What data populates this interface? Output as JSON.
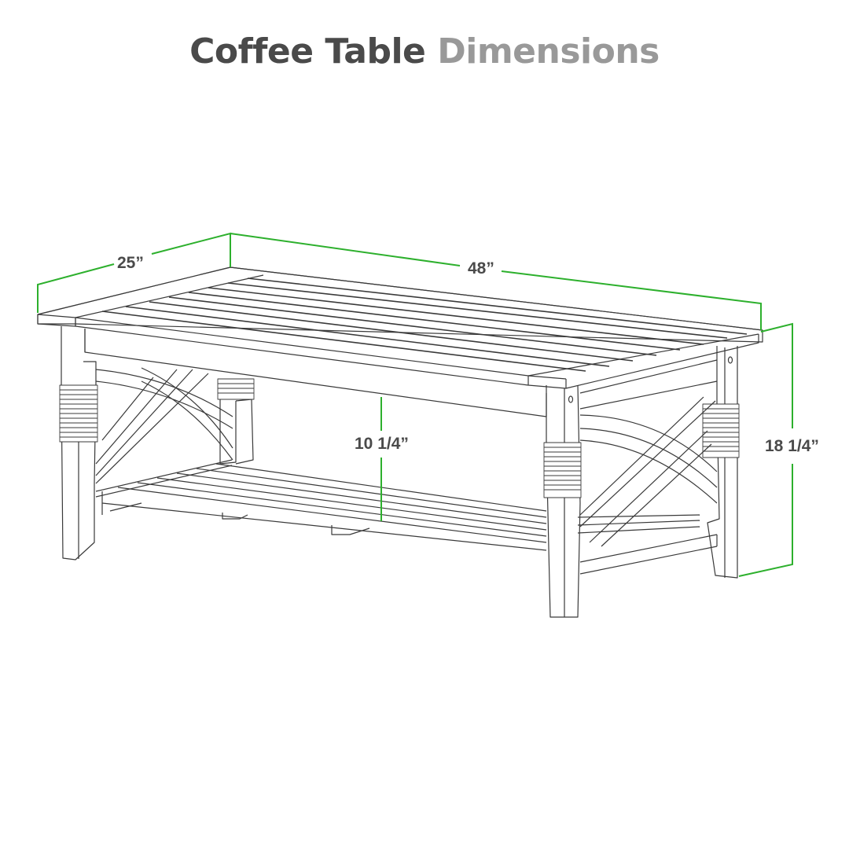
{
  "title": {
    "part1": "Coffee Table",
    "part2": "Dimensions",
    "part1_color": "#4a4a4a",
    "part2_color": "#999999"
  },
  "dimensions": {
    "depth": {
      "label": "25”",
      "value_in": 25,
      "axis": "depth"
    },
    "width": {
      "label": "48”",
      "value_in": 48,
      "axis": "width"
    },
    "height": {
      "label": "18 1/4”",
      "value_in": 18.25,
      "axis": "height"
    },
    "shelf_clearance": {
      "label": "10 1/4”",
      "value_in": 10.25,
      "axis": "clearance"
    }
  },
  "colors": {
    "dimension_line": "#2db02d",
    "drawing_line": "#3a3a3a",
    "background": "#ffffff"
  },
  "illustration": {
    "subject": "coffee-table",
    "features": [
      "slatted-top",
      "slatted-lower-shelf",
      "curved-cross-braces",
      "rope-wrapped-legs",
      "tapered-legs"
    ]
  }
}
